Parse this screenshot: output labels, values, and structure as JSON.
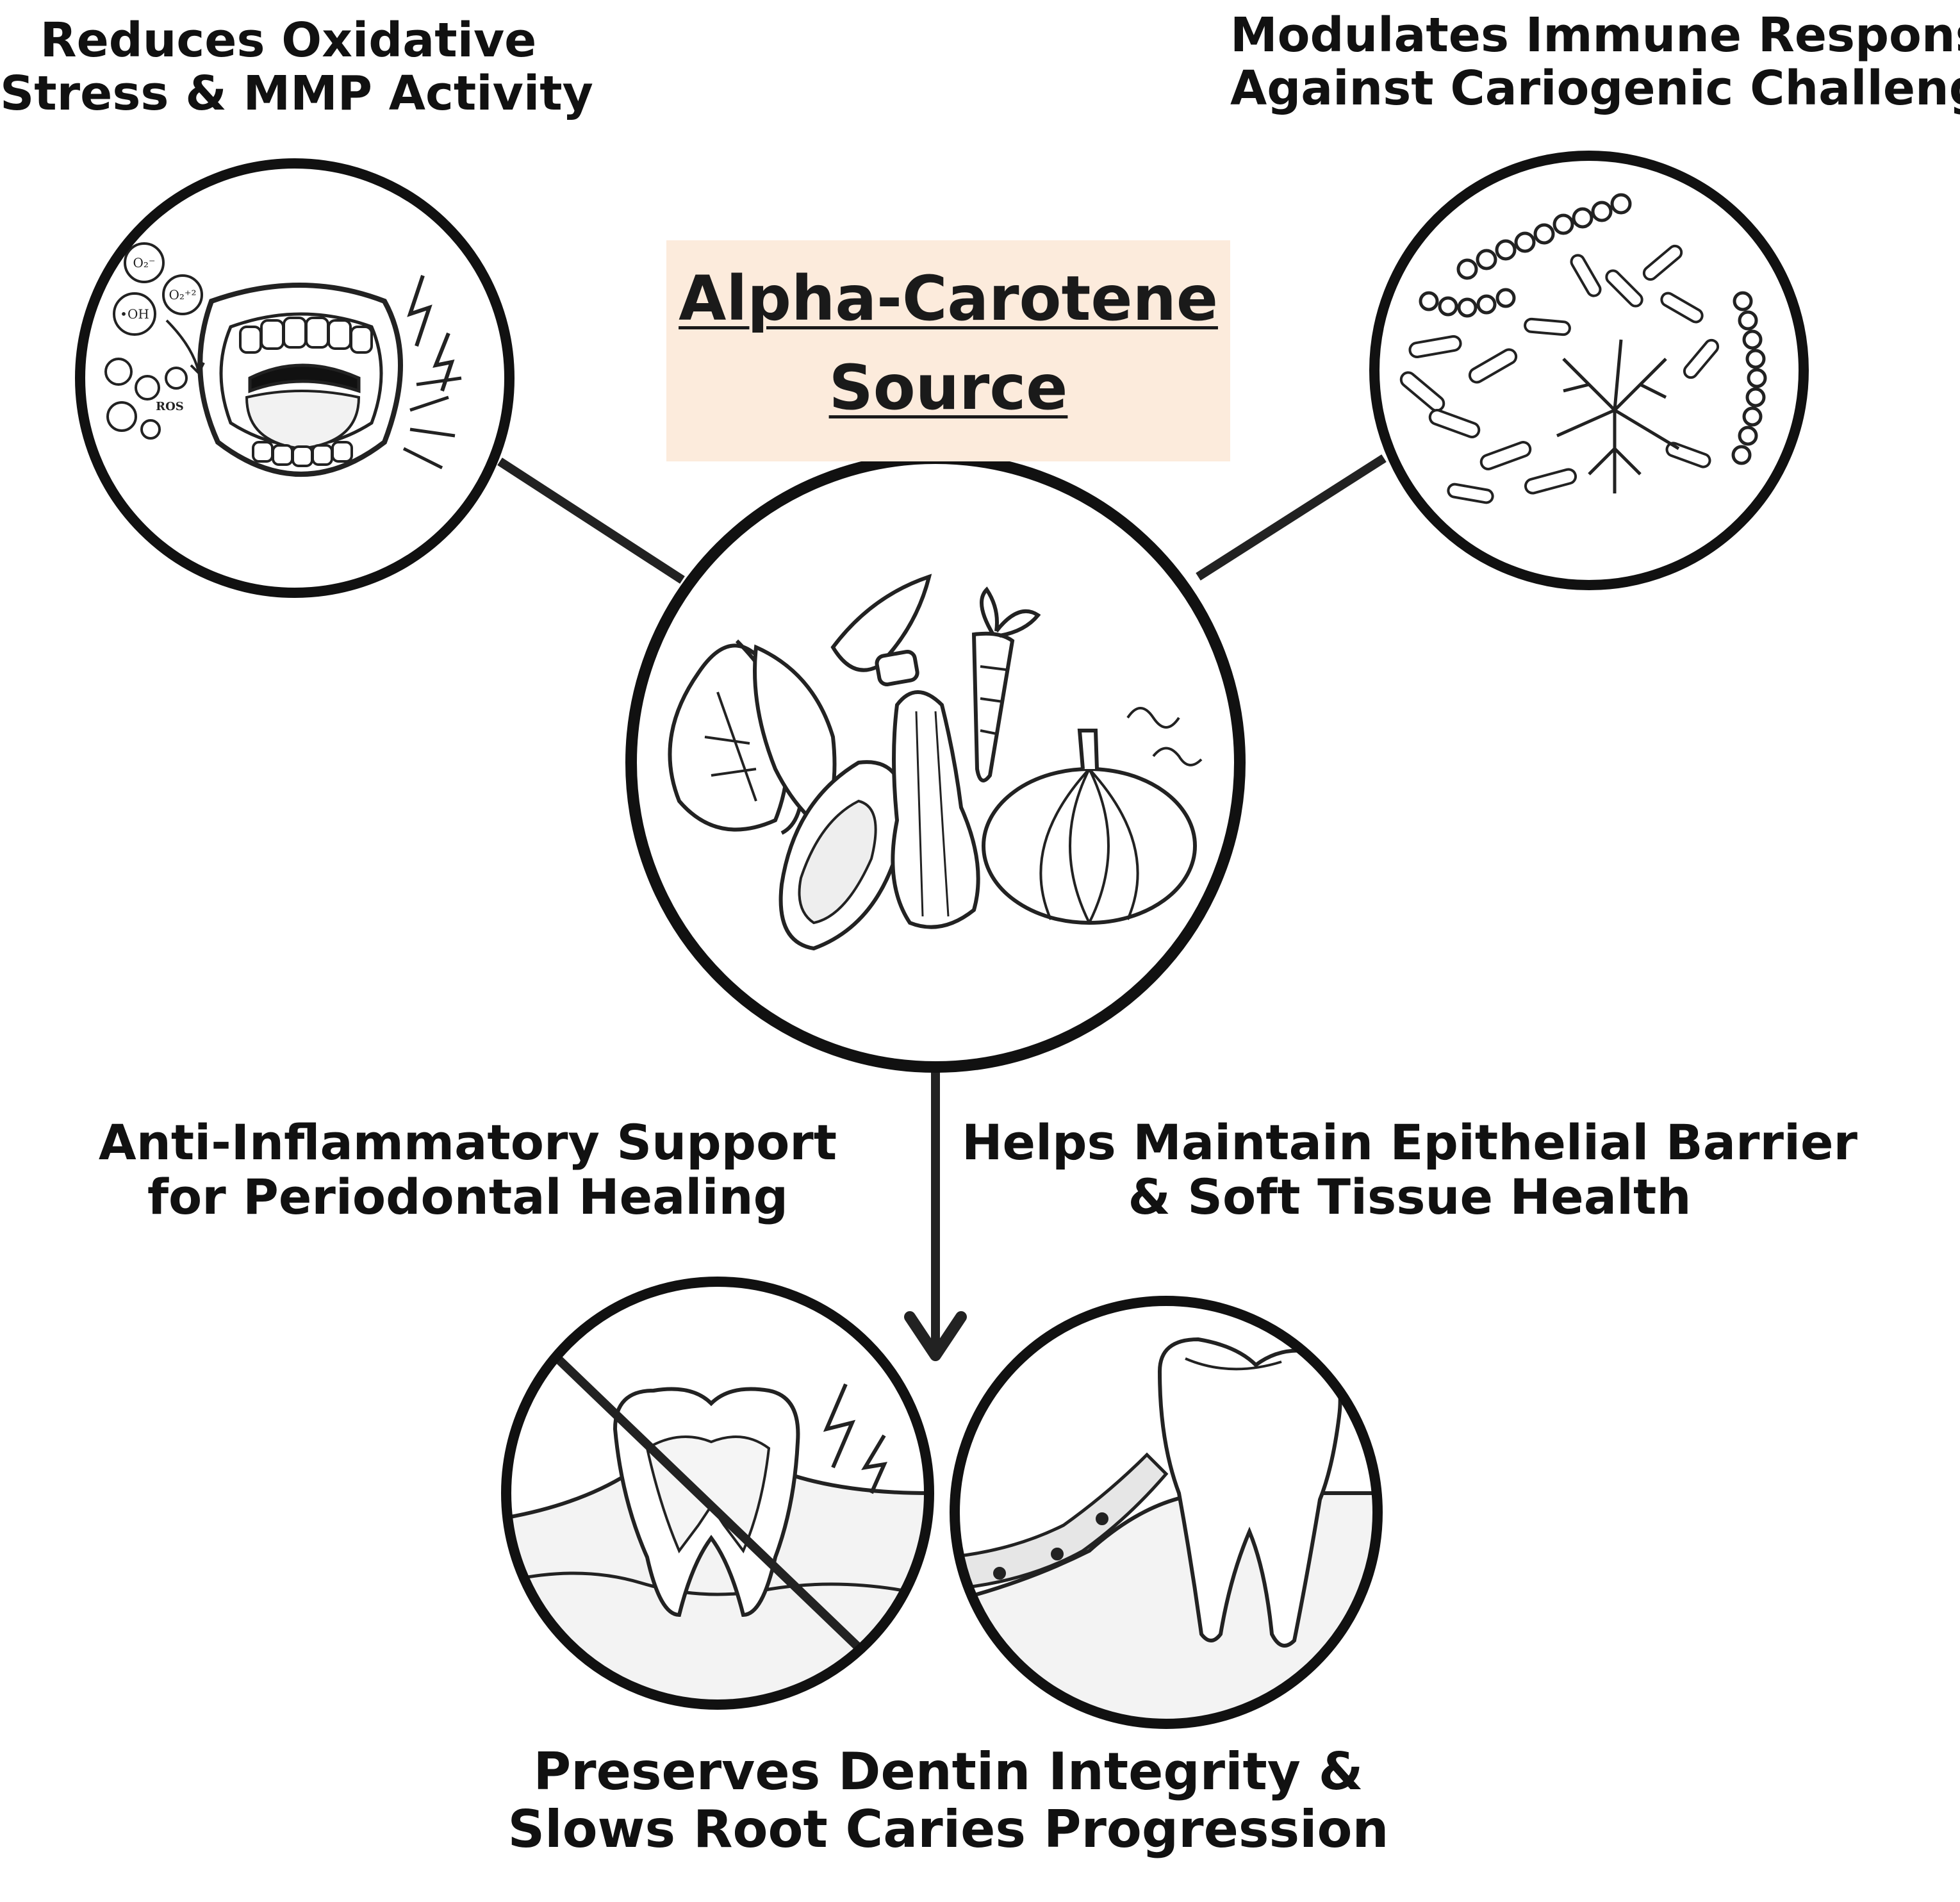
{
  "title": {
    "line1": "Alpha-Carotene",
    "line2": "Source"
  },
  "labels": {
    "oxidative": [
      "Reduces Oxidative",
      "Stress & MMP Activity"
    ],
    "immune": [
      "Modulates Immune Response",
      "Against Cariogenic Challenge"
    ],
    "inflammatory": [
      "Anti-Inflammatory Support",
      "for Periodontal Healing"
    ],
    "epithelial": [
      "Helps Maintain Epithelial Barrier",
      "& Soft Tissue Health"
    ],
    "dentin": [
      "Preserves Dentin Integrity &",
      "Slows Root Caries Progression"
    ]
  },
  "mouth_illustration": {
    "molecules": [
      "O₂⁻",
      "•OH",
      "O₂⁺²",
      "ROS"
    ]
  }
}
